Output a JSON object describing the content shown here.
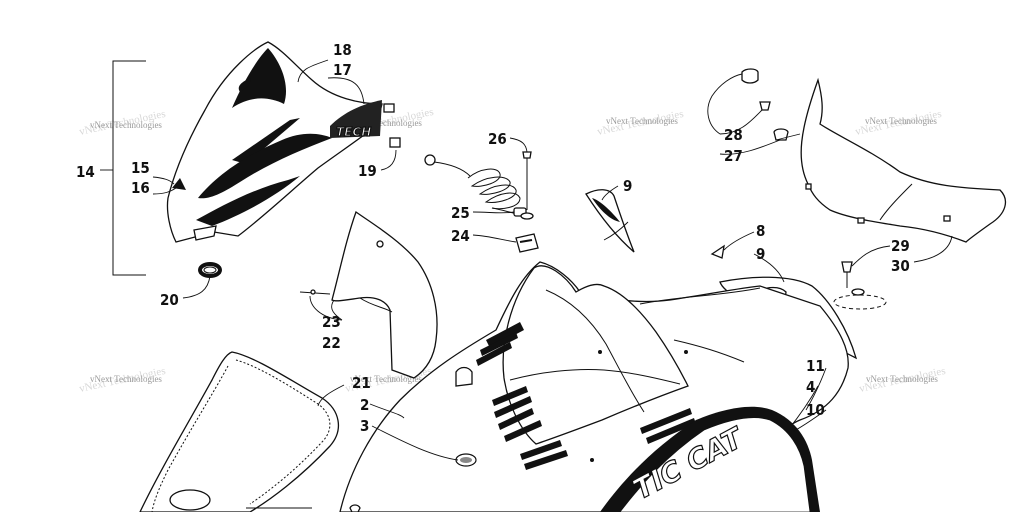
{
  "watermark": "vNext Technologies",
  "callouts": {
    "c18": "18",
    "c17": "17",
    "c14": "14",
    "c15": "15",
    "c16": "16",
    "c19": "19",
    "c20": "20",
    "c26": "26",
    "c25": "25",
    "c24": "24",
    "c9a": "9",
    "c8": "8",
    "c9b": "9",
    "c28": "28",
    "c27": "27",
    "c29": "29",
    "c30": "30",
    "c23": "23",
    "c22": "22",
    "c21": "21",
    "c2": "2",
    "c3": "3",
    "c11": "11",
    "c4": "4",
    "c10": "10"
  },
  "decal_text": {
    "brand": "TIC CAT",
    "tech": "TECH"
  }
}
